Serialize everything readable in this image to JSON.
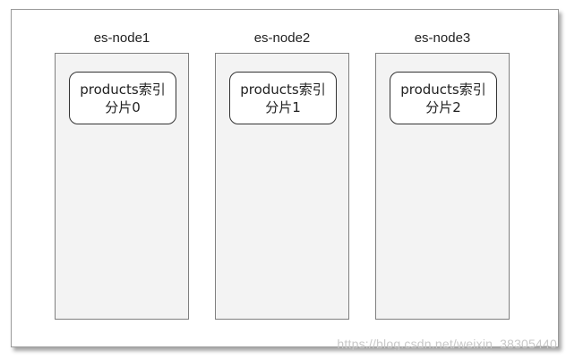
{
  "nodes": [
    {
      "label": "es-node1",
      "shard_line1": "products索引",
      "shard_line2": "分片0"
    },
    {
      "label": "es-node2",
      "shard_line1": "products索引",
      "shard_line2": "分片1"
    },
    {
      "label": "es-node3",
      "shard_line1": "products索引",
      "shard_line2": "分片2"
    }
  ],
  "watermark": "https://blog.csdn.net/weixin_38305440",
  "colors": {
    "node_fill": "#f3f3f3",
    "node_border": "#7f7f7f",
    "shard_fill": "#ffffff",
    "shard_border": "#333333",
    "watermark": "#c9c9c9"
  }
}
